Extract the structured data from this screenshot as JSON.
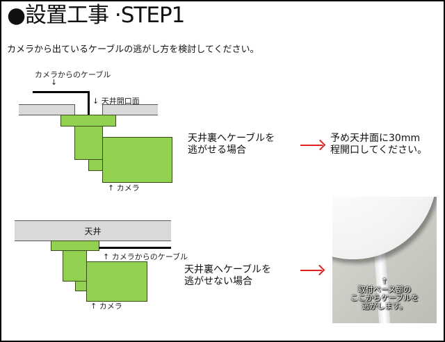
{
  "title": "●設置工事 ·STEP1",
  "subtitle": "カメラから出ているケーブルの逃がし方を検討してください。",
  "case1": {
    "cable_label": "カメラからのケーブル",
    "cable_arrow": "↓",
    "opening_label": "↓ 天井開口面",
    "camera_label": "↑ カメラ",
    "condition": "天井裏へケーブルを\n逃がせる場合",
    "instruction": "予め天井面に30mm\n程開口してください。"
  },
  "case2": {
    "ceiling_label": "天井",
    "cable_label": "↑ カメラからのケーブル",
    "camera_label": "↑ カメラ",
    "condition": "天井裏へケーブルを\n逃がせない場合",
    "photo_caption": "↑\n取付ベース部の\nここからケーブルを\n逃がします。"
  },
  "colors": {
    "camera": "#92d050",
    "ceiling": "#d9d9d9",
    "arrow": "#e02020"
  }
}
